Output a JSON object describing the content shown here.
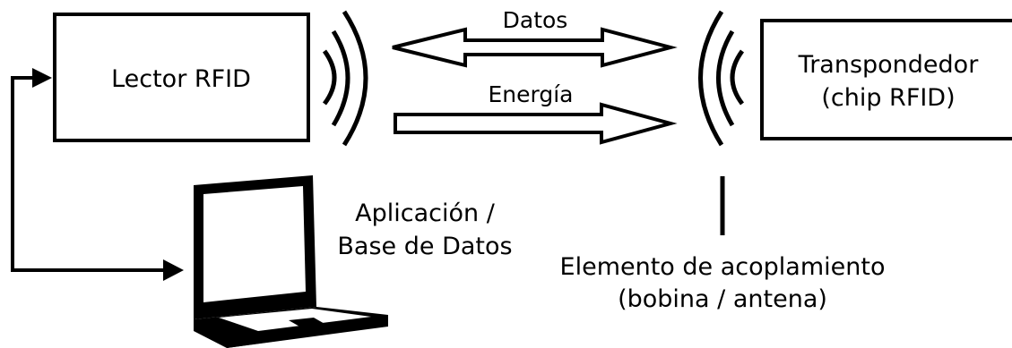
{
  "reader": {
    "label": "Lector RFID"
  },
  "transponder": {
    "line1": "Transpondedor",
    "line2": "(chip RFID)"
  },
  "data_arrow": {
    "label": "Datos"
  },
  "energy_arrow": {
    "label": "Energía"
  },
  "application": {
    "line1": "Aplicación /",
    "line2": "Base de Datos"
  },
  "coupling": {
    "line1": "Elemento de acoplamiento",
    "line2": "(bobina / antena)"
  },
  "colors": {
    "stroke": "#000000",
    "background": "#ffffff"
  },
  "icons": [
    "laptop-icon",
    "reader-waves-icon",
    "transponder-waves-icon"
  ]
}
